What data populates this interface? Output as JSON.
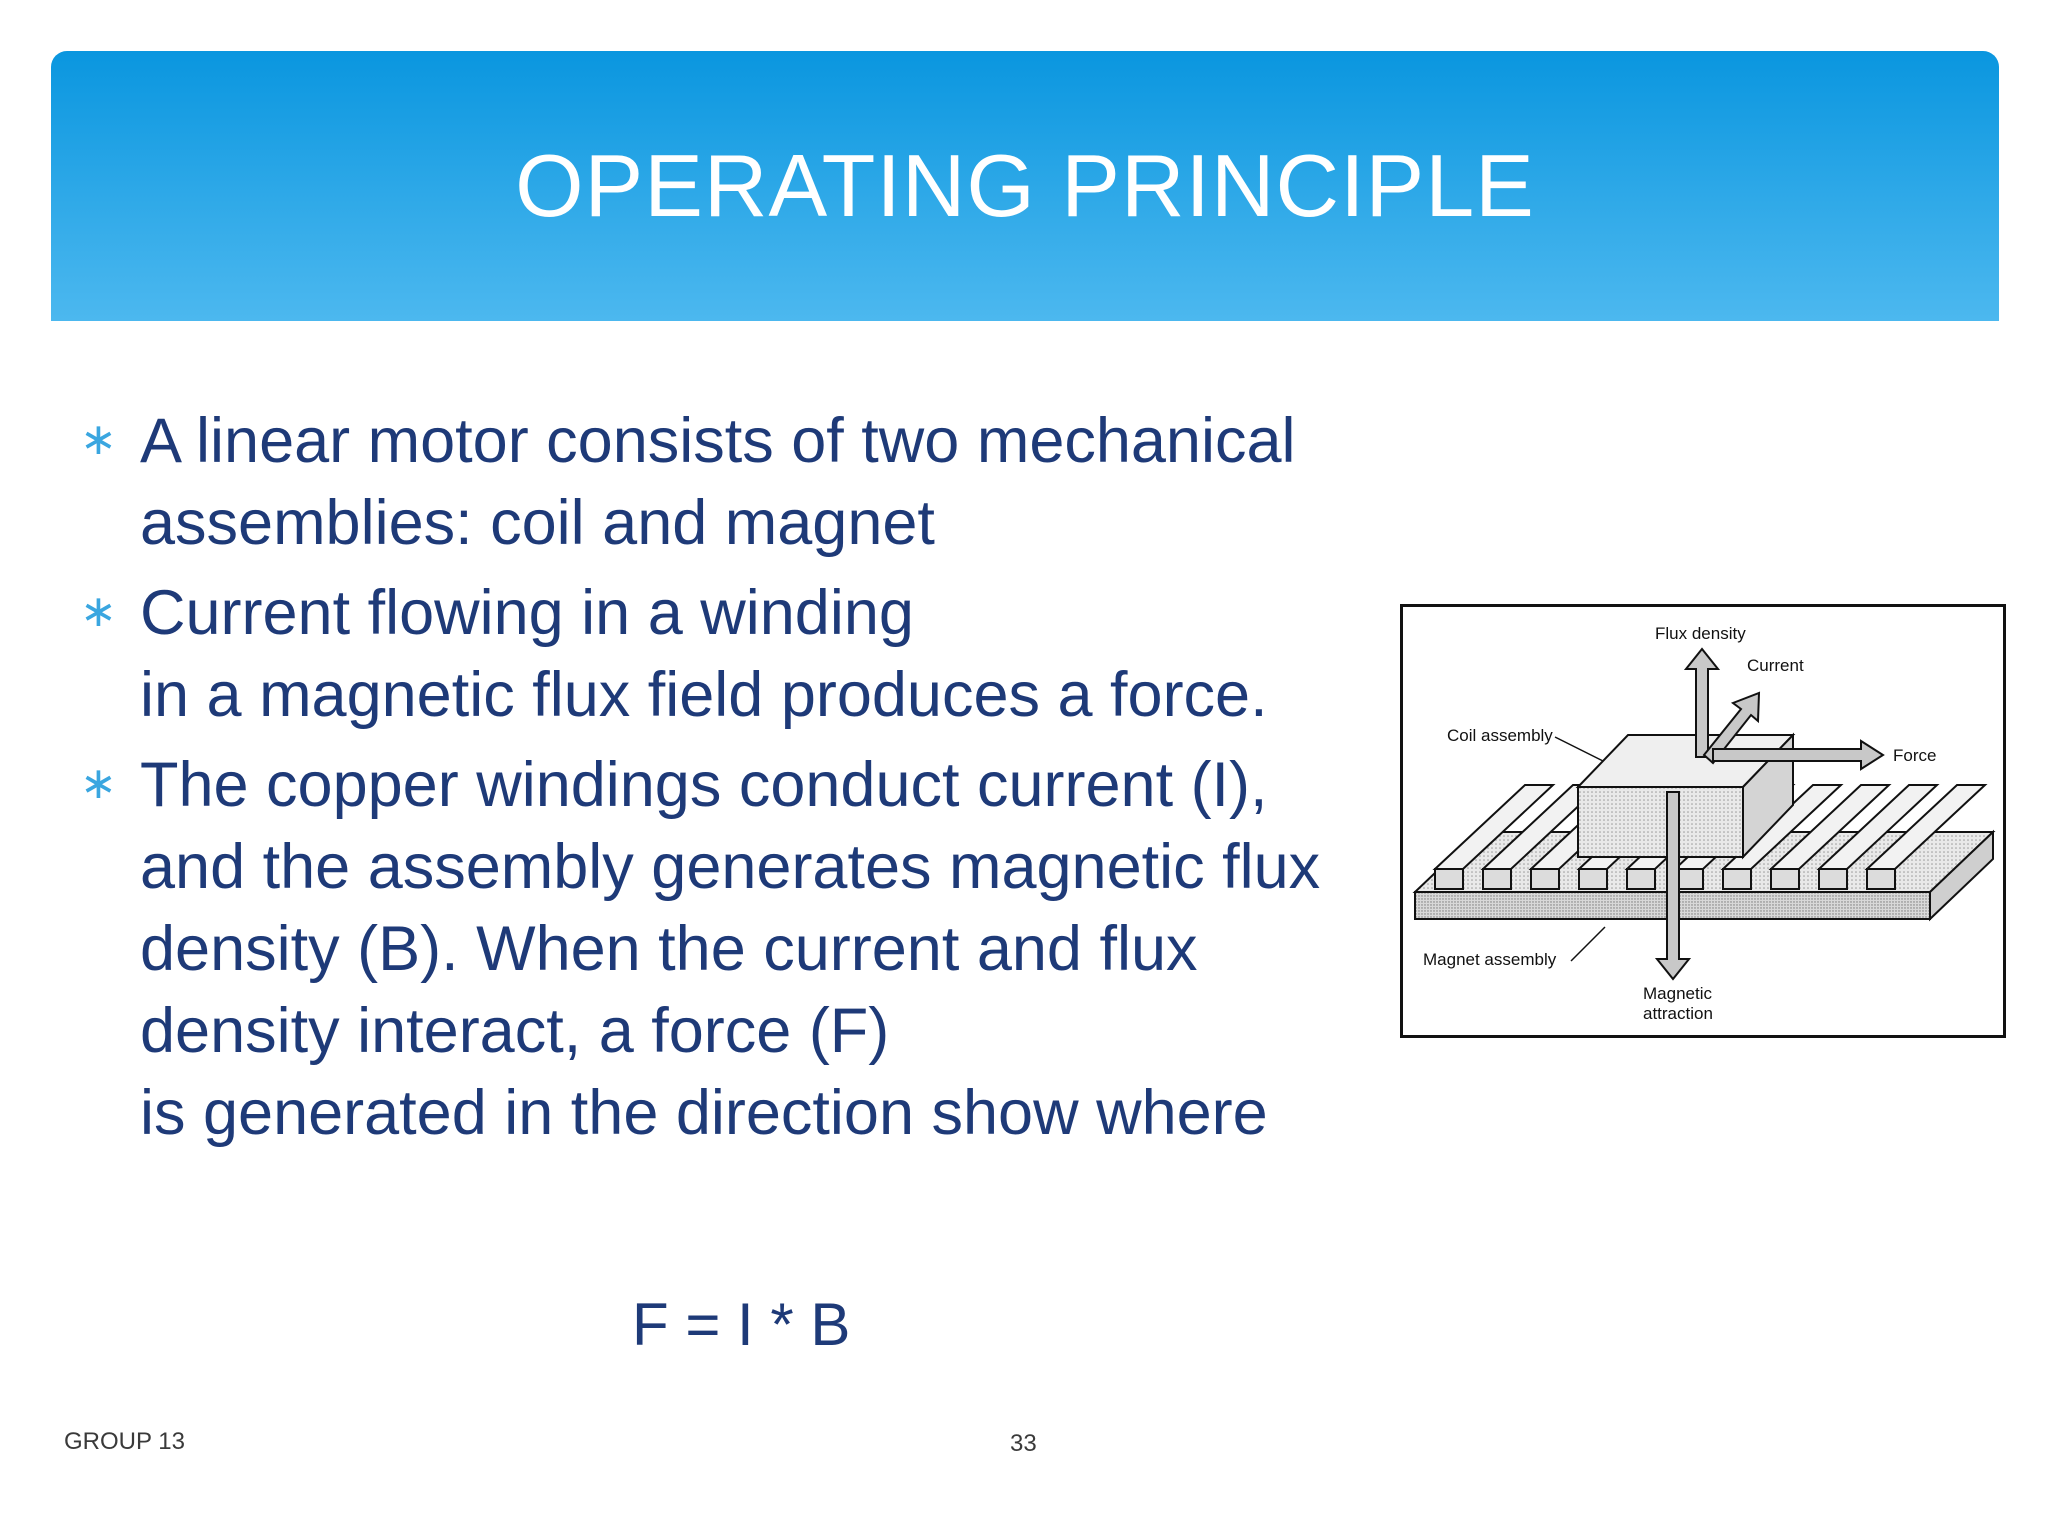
{
  "slide": {
    "title": "OPERATING PRINCIPLE",
    "bullets": [
      {
        "text": "A linear motor consists of two mechanical\nassemblies: coil and magnet"
      },
      {
        "text": "Current flowing in a winding\nin a magnetic flux field produces a force."
      },
      {
        "text": "The copper windings conduct current (I),\nand the assembly generates magnetic flux\ndensity (B). When the current and flux\ndensity interact, a force (F)\nis generated in the direction show where"
      }
    ],
    "bullet_icon": "asterisk-icon",
    "formula": "F = I * B",
    "footer_left": "GROUP 13",
    "page_number": "33"
  },
  "figure": {
    "labels": {
      "flux_density": "Flux density",
      "current": "Current",
      "force": "Force",
      "coil_assembly": "Coil assembly",
      "magnet_assembly": "Magnet assembly",
      "magnetic_attraction_line1": "Magnetic",
      "magnetic_attraction_line2": "attraction"
    }
  },
  "colors": {
    "title_bar_top": "#0a96df",
    "title_bar_bottom": "#4cb8ef",
    "body_text": "#1e3a78",
    "bullet_accent": "#3aa6e0"
  }
}
